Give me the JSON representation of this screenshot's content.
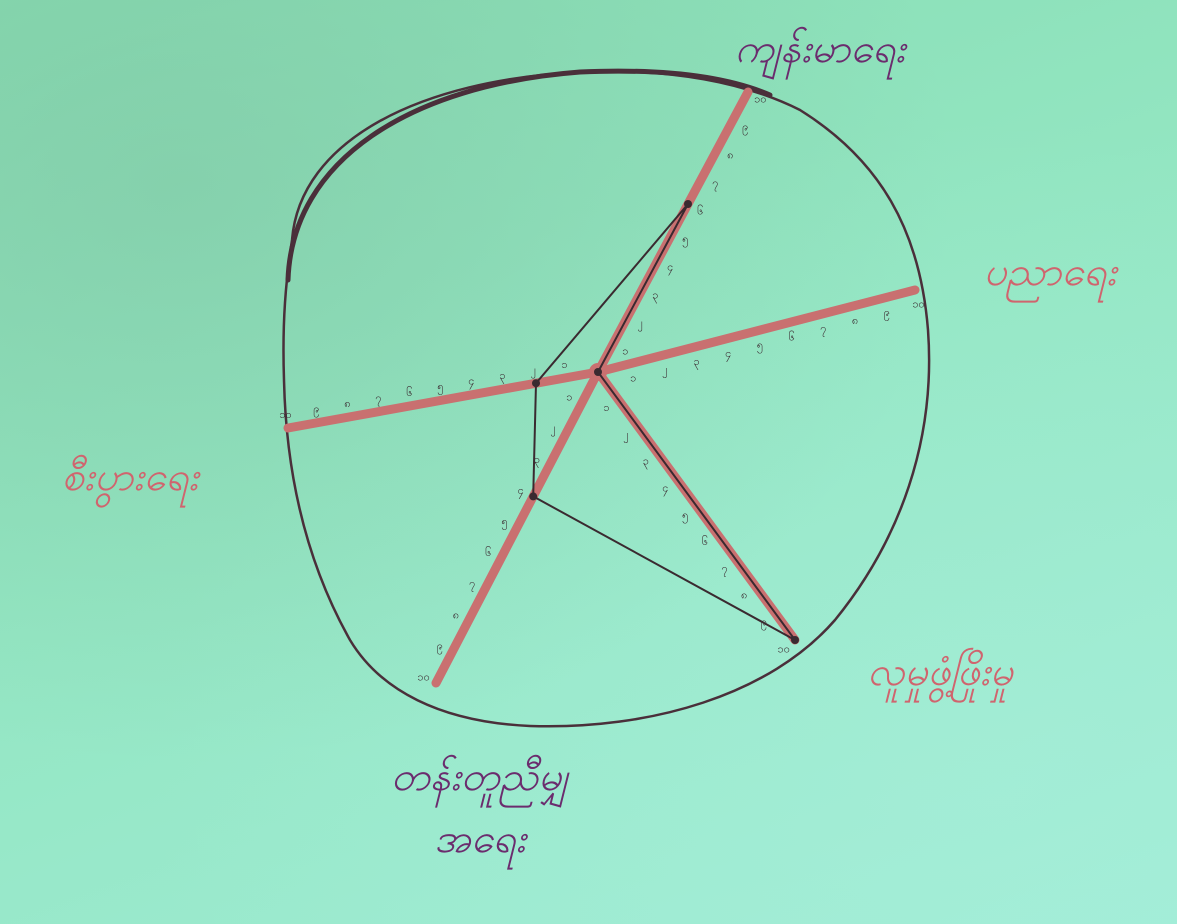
{
  "chart_data": {
    "type": "radar",
    "title": "",
    "scale": {
      "min": 0,
      "max": 10,
      "tick_labels": [
        "၁",
        "၂",
        "၃",
        "၄",
        "၅",
        "၆",
        "၇",
        "၈",
        "၉",
        "၁၀"
      ]
    },
    "axes": [
      {
        "label": "ကျန်းမာရေး"
      },
      {
        "label": "ပညာရေး"
      },
      {
        "label": "လူမှုဖွံ့ဖြိုးမှု"
      },
      {
        "label": "တန်းတူညီမျှ\nအရေး"
      },
      {
        "label": "စီးပွားရေး"
      }
    ],
    "series": [
      {
        "values": [
          6,
          0,
          10,
          4,
          2
        ]
      }
    ],
    "colors": {
      "axis": "#c97070",
      "outline": "#4a2f3a",
      "series": "#3a2a30",
      "label_red": "#d0646e",
      "label_purple": "#6b2c6e"
    }
  }
}
